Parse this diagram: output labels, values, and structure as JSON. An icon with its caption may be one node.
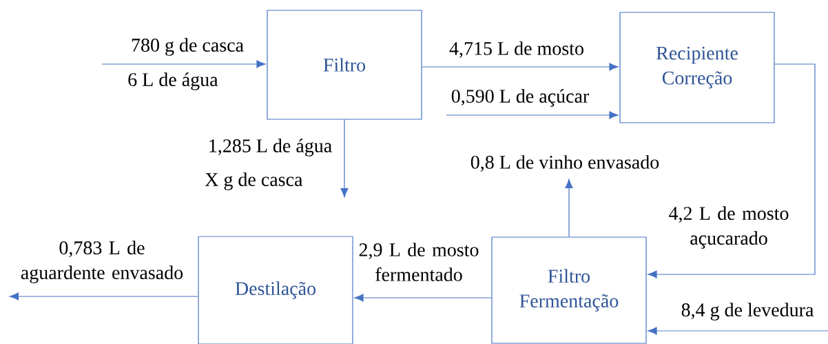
{
  "diagram": {
    "nodes": [
      {
        "text": [
          "Filtro"
        ]
      },
      {
        "text": [
          "Recipiente Correção"
        ]
      },
      {
        "text": [
          "Destilação"
        ]
      },
      {
        "text": [
          "Filtro Fermentação"
        ]
      }
    ],
    "edges": [
      {
        "from": null,
        "to": 0,
        "arrow": "to",
        "label": "780 g de casca"
      },
      {
        "from": 0,
        "to": 1,
        "arrow": "to",
        "label": "4,715 L de mosto"
      },
      {
        "from": null,
        "to": 1,
        "arrow": "to",
        "label": "0,590 L de açúcar"
      },
      {
        "from": 0,
        "to": null,
        "arrow": "to",
        "label": "1,285 L de água"
      },
      {
        "from": 1,
        "to": 3,
        "arrow": "to",
        "label": "4,2 L de mosto açucarado"
      },
      {
        "from": null,
        "to": 3,
        "arrow": "to",
        "label": "8,4 g de levedura"
      },
      {
        "from": 3,
        "to": null,
        "arrow": "to",
        "label": "0,8 L de vinho envasado"
      },
      {
        "from": 3,
        "to": 2,
        "arrow": "to",
        "label": "2,9 L de mosto fermentado"
      },
      {
        "from": 2,
        "to": null,
        "arrow": "to",
        "label": "0,783 L de aguardente envasado"
      }
    ],
    "labels": [
      "6 L de água",
      "X g de casca"
    ]
  }
}
